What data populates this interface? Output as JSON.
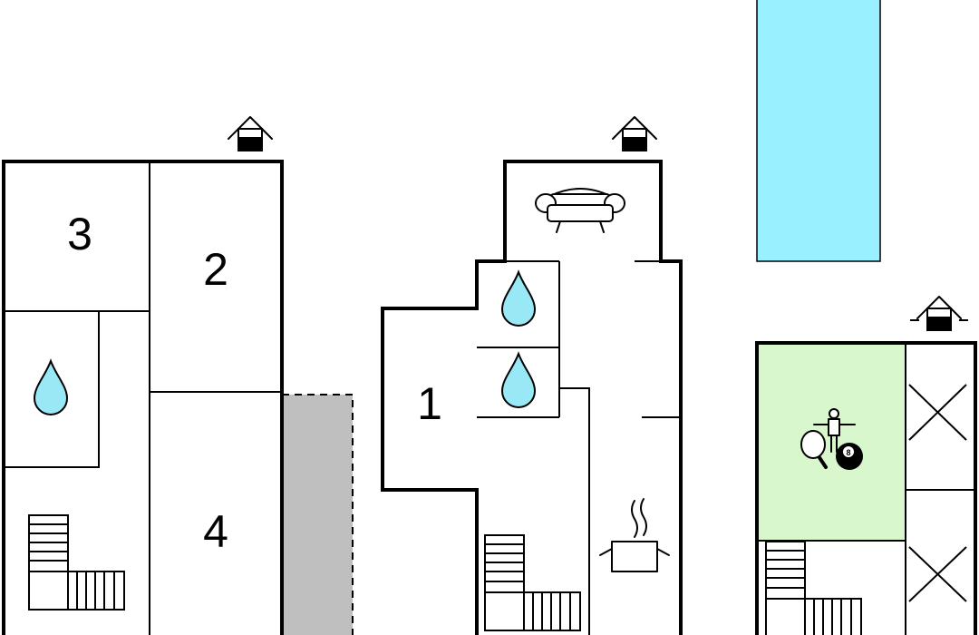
{
  "rooms": {
    "room_1": "1",
    "room_2": "2",
    "room_3": "3",
    "room_4": "4"
  },
  "billiard_ball": "8",
  "colors": {
    "pool": "#99f0ff",
    "game_room": "#d9f7cc",
    "terrace": "#bfbfbf",
    "water_drop": "#99e8f5",
    "walls": "#000000"
  },
  "icons": [
    "entrance-icon",
    "water-drop-icon",
    "staircase-icon",
    "sofa-icon",
    "cooking-pot-icon",
    "table-tennis-icon",
    "table-football-icon",
    "billiard-ball-icon",
    "void-cross-icon"
  ]
}
